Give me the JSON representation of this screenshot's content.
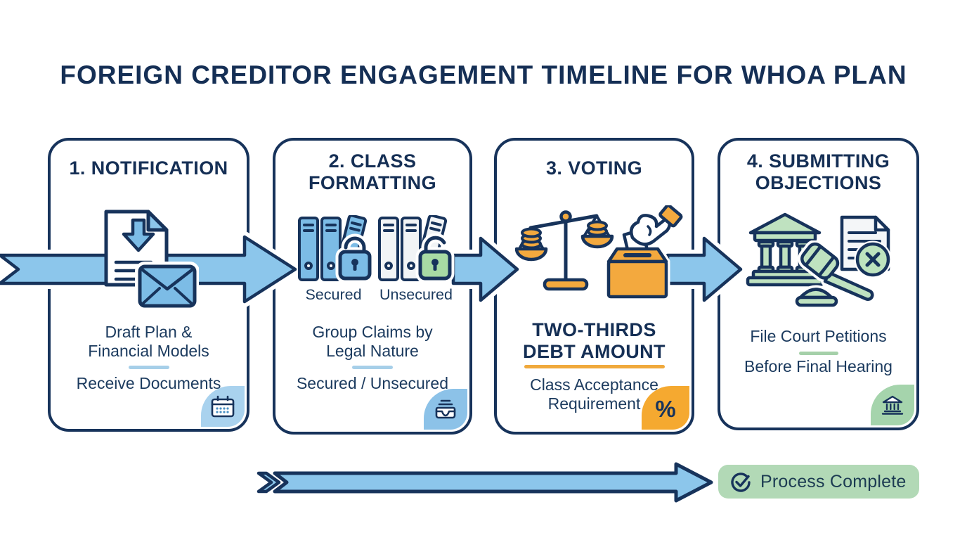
{
  "title": "FOREIGN CREDITOR ENGAGEMENT TIMELINE FOR WHOA PLAN",
  "colors": {
    "navy": "#17335B",
    "arrow_blue": "#8CC6EB",
    "icon_blue": "#7CBCE6",
    "divider_blue": "#A6CFE9",
    "orange": "#F3A93E",
    "icon_green": "#BFE2C0",
    "lock_green": "#A8DBA4",
    "corner_blue_1": "#A9D2EE",
    "corner_blue_2": "#8CC2E8",
    "corner_orange": "#F5A930",
    "corner_green": "#A5D4AC",
    "badge_green": "#B2D9B6"
  },
  "stages": [
    {
      "heading_lines": [
        "1. NOTIFICATION"
      ],
      "body": {
        "top_line1": "Draft Plan &",
        "top_line2": "Financial Models",
        "bottom_line1": "Receive Documents"
      },
      "icons": [
        "document-download-icon",
        "envelope-icon"
      ],
      "corner_icon": "calendar-icon"
    },
    {
      "heading_lines": [
        "2. CLASS",
        "FORMATTING"
      ],
      "icon_labels": {
        "secured": "Secured",
        "unsecured": "Unsecured"
      },
      "body": {
        "top_line1": "Group Claims by",
        "top_line2": "Legal Nature",
        "bottom_line1": "Secured / Unsecured"
      },
      "icons": [
        "binders-locked-icon",
        "binders-unlocked-icon"
      ],
      "corner_icon": "inbox-tray-icon"
    },
    {
      "heading_lines": [
        "3. VOTING"
      ],
      "body": {
        "emphasis_line1": "TWO-THIRDS",
        "emphasis_line2": "DEBT AMOUNT",
        "bottom_line1": "Class Acceptance",
        "bottom_line2": "Requirement"
      },
      "icons": [
        "balance-scale-icon",
        "ballot-box-icon"
      ],
      "corner_icon": "percent-icon",
      "corner_symbol": "%"
    },
    {
      "heading_lines": [
        "4. SUBMITTING",
        "OBJECTIONS"
      ],
      "body": {
        "top_line1": "File Court Petitions",
        "bottom_line1": "Before Final Hearing"
      },
      "icons": [
        "courthouse-icon",
        "gavel-icon",
        "rejected-document-icon"
      ],
      "corner_icon": "bank-icon"
    }
  ],
  "footer": {
    "complete_label": "Process Complete"
  }
}
